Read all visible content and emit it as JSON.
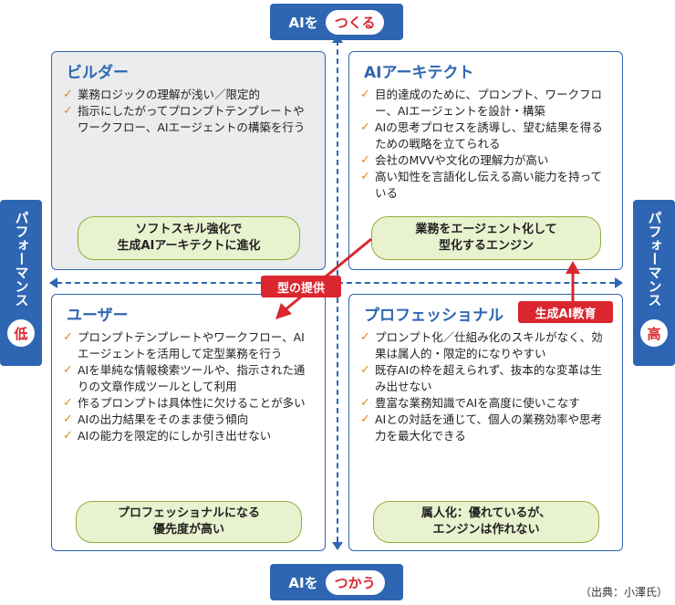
{
  "axes": {
    "top": {
      "prefix": "AIを",
      "emphasis": "つくる"
    },
    "bottom": {
      "prefix": "AIを",
      "emphasis": "つかう"
    },
    "left": {
      "text": "パフォーマンス",
      "emphasis": "低"
    },
    "right": {
      "text": "パフォーマンス",
      "emphasis": "高"
    }
  },
  "quadrants": {
    "builder": {
      "title": "ビルダー",
      "items": [
        "業務ロジックの理解が浅い／限定的",
        "指示にしたがってプロンプトテンプレートやワークフロー、AIエージェントの構築を行う"
      ],
      "summary": "ソフトスキル強化で\n生成AIアーキテクトに進化"
    },
    "architect": {
      "title": "AIアーキテクト",
      "items": [
        "目的達成のために、プロンプト、ワークフロー、AIエージェントを設計・構築",
        "AIの思考プロセスを誘導し、望む結果を得るための戦略を立てられる",
        "会社のMVVや文化の理解力が高い",
        "高い知性を言語化し伝える高い能力を持っている"
      ],
      "summary": "業務をエージェント化して\n型化するエンジン"
    },
    "user": {
      "title": "ユーザー",
      "items": [
        "プロンプトテンプレートやワークフロー、AIエージェントを活用して定型業務を行う",
        "AIを単純な情報検索ツールや、指示された通りの文章作成ツールとして利用",
        "作るプロンプトは具体性に欠けることが多い",
        "AIの出力結果をそのまま使う傾向",
        "AIの能力を限定的にしか引き出せない"
      ],
      "summary": "プロフェッショナルになる\n優先度が高い"
    },
    "professional": {
      "title": "プロフェッショナル",
      "items": [
        "プロンプト化／仕組み化のスキルがなく、効果は属人的・限定的になりやすい",
        "既存AIの枠を超えられず、抜本的な変革は生み出せない",
        "豊富な業務知識でAIを高度に使いこなす",
        "AIとの対話を通じて、個人の業務効率や思考力を最大化できる"
      ],
      "summary": "属人化：優れているが、\nエンジンは作れない"
    }
  },
  "tags": {
    "type_provision": "型の提供",
    "ai_education": "生成AI教育"
  },
  "check_mark": "✓",
  "source": "（出典：小澤氏）",
  "colors": {
    "axis_blue": "#2f66b3",
    "accent_red": "#d9262f",
    "check_orange": "#e48a1a",
    "summary_green": "#e9f2cf"
  }
}
